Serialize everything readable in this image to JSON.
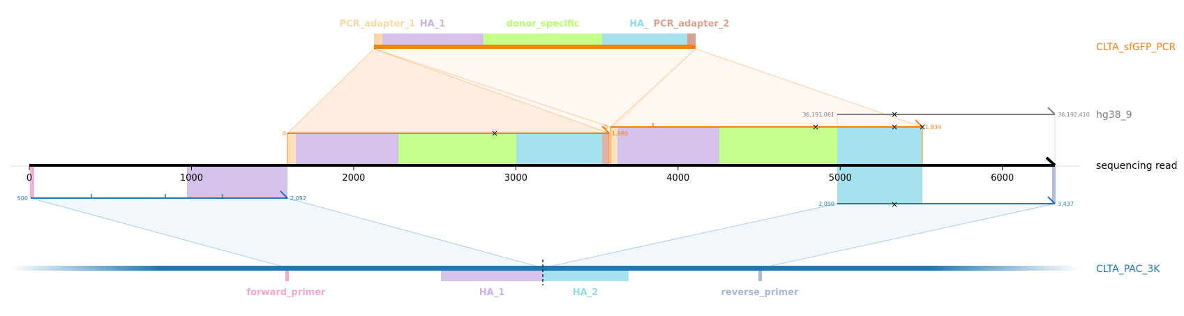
{
  "diagram": {
    "read": {
      "label": "sequencing read",
      "start": 0,
      "end": 6324,
      "ticks": [
        {
          "value": 0,
          "label": "0"
        },
        {
          "value": 1000,
          "label": "1000"
        },
        {
          "value": 2000,
          "label": "2000"
        },
        {
          "value": 3000,
          "label": "3000"
        },
        {
          "value": 4000,
          "label": "4000"
        },
        {
          "value": 5000,
          "label": "5000"
        },
        {
          "value": 6000,
          "label": "6000"
        }
      ]
    },
    "pcr": {
      "label": "CLTA_sfGFP_PCR",
      "color": "#ff7f0e",
      "features": [
        {
          "name": "PCR_adapter_1",
          "color": "#fcd8a8"
        },
        {
          "name": "HA_1",
          "color": "#c9b3e6"
        },
        {
          "name": "donor_specific",
          "color": "#b5ff6e"
        },
        {
          "name": "HA_2",
          "color": "#8fdbe8"
        },
        {
          "name": "PCR_adapter_2",
          "color": "#d9a090"
        }
      ],
      "label_texts": {
        "adapter1": "PCR_adapter_1",
        "ha1": "HA_1",
        "donor": "donor_specific",
        "ha2": "HA_",
        "adapter2": "PCR_adapter_2"
      },
      "align1": {
        "start_label": "0",
        "end_label": "1,980"
      },
      "align2": {
        "start_label": "0",
        "end_label": "1,934"
      }
    },
    "genome": {
      "label": "hg38_9",
      "color": "#7f7f7f",
      "start_label": "36,191,061",
      "end_label": "36,192,410"
    },
    "pac": {
      "label": "CLTA_PAC_3K",
      "color": "#1f77b4",
      "align1": {
        "start_label": "500",
        "end_label": "2,092"
      },
      "align2": {
        "start_label": "2,090",
        "end_label": "3,437"
      },
      "features": [
        {
          "name": "forward_primer",
          "color": "#f7a6cf"
        },
        {
          "name": "HA_1",
          "color": "#c9b3e6"
        },
        {
          "name": "HA_2",
          "color": "#8fdbe8"
        },
        {
          "name": "reverse_primer",
          "color": "#a9b8d8"
        }
      ]
    }
  }
}
